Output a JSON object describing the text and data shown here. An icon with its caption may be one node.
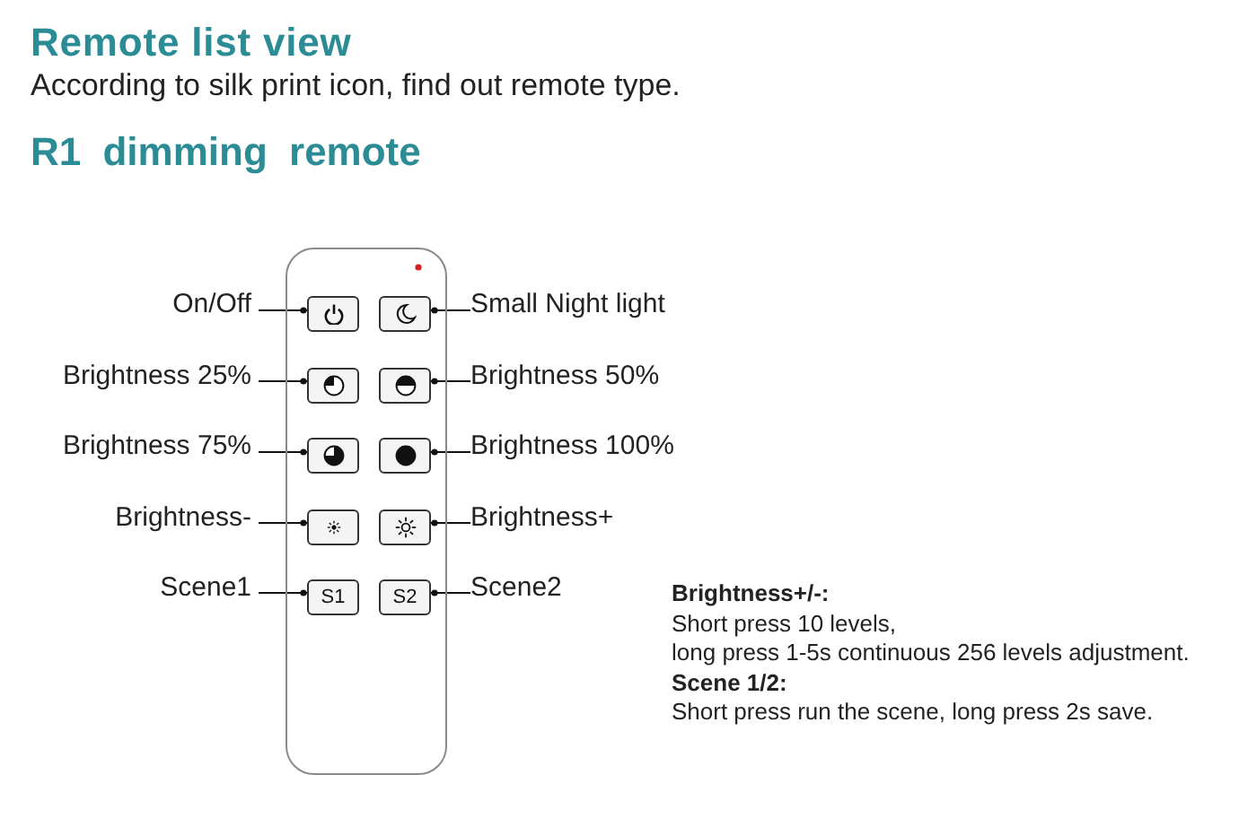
{
  "diagram": {
    "title": "Remote list view",
    "nodes": [
      {
        "text": [],
        "shape": "box"
      },
      {
        "text": [
          "On/Off"
        ]
      },
      {
        "text": [],
        "shape": "box",
        "in": 0
      },
      {
        "text": [],
        "shape": "box",
        "in": 0
      },
      {
        "text": [
          "Small Night light"
        ]
      },
      {
        "text": [
          "Brightness 25%"
        ]
      },
      {
        "text": [],
        "shape": "box",
        "in": 0
      },
      {
        "text": [],
        "shape": "box",
        "in": 0
      },
      {
        "text": [
          "Brightness 50%"
        ]
      },
      {
        "text": [
          "Brightness 75%"
        ]
      },
      {
        "text": [],
        "shape": "box",
        "in": 0
      },
      {
        "text": [],
        "shape": "box",
        "in": 0
      },
      {
        "text": [
          "Brightness 100%"
        ]
      },
      {
        "text": [
          "Brightness-"
        ]
      },
      {
        "text": [],
        "shape": "box",
        "in": 0
      },
      {
        "text": [],
        "shape": "box",
        "in": 0
      },
      {
        "text": [
          "Brightness+"
        ]
      },
      {
        "text": [
          "Scene1"
        ]
      },
      {
        "text": [
          "S1"
        ],
        "in": 0
      },
      {
        "text": [
          "S2"
        ],
        "in": 0
      },
      {
        "text": [
          "Scene2"
        ]
      }
    ],
    "edges": [
      {
        "from": 1,
        "to": 2,
        "arrow": "other"
      },
      {
        "from": 4,
        "to": 3,
        "arrow": "other"
      },
      {
        "from": 5,
        "to": 6,
        "arrow": "other"
      },
      {
        "from": 8,
        "to": 7,
        "arrow": "other"
      },
      {
        "from": 9,
        "to": 10,
        "arrow": "other"
      },
      {
        "from": 12,
        "to": 11,
        "arrow": "other"
      },
      {
        "from": 13,
        "to": 14,
        "arrow": "other"
      },
      {
        "from": 16,
        "to": 15,
        "arrow": "other"
      },
      {
        "from": 17,
        "to": 18,
        "arrow": "other"
      },
      {
        "from": 20,
        "to": 19,
        "arrow": "other"
      }
    ],
    "labels": [
      "According to silk print icon, find out remote type.",
      "R1 dimming remote",
      "Brightness+/-:",
      "Short press 10 levels,",
      "long press 1-5s continuous 256 levels adjustment.",
      "Scene 1/2:",
      "Short press run the scene, long press 2s save."
    ]
  }
}
